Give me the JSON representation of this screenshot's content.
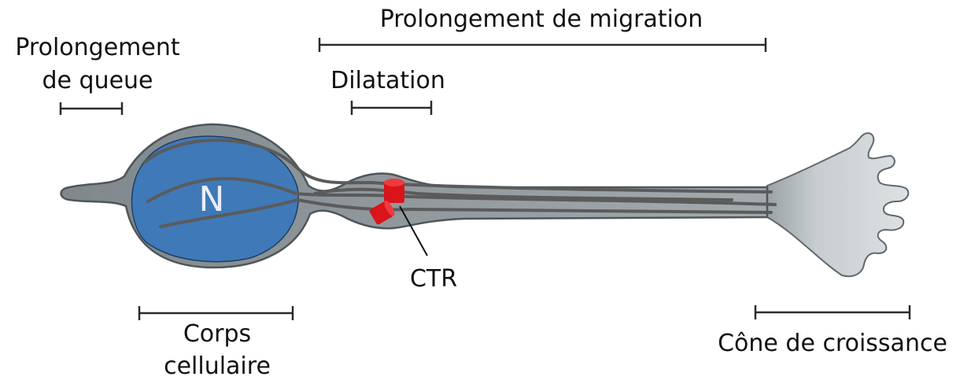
{
  "labels": {
    "tail_process": [
      "Prolongement",
      "de queue"
    ],
    "migration_process": "Prolongement de migration",
    "dilatation": "Dilatation",
    "cell_body": [
      "Corps",
      "cellulaire"
    ],
    "growth_cone": "Cône de croissance",
    "centrosome": "CTR",
    "nucleus": "N"
  },
  "colors": {
    "cell_outline": "#515b61",
    "cytoplasm": "#8e979b",
    "growth_cone": "#cdd3d6",
    "nucleus": "#3f79b8",
    "microtubule": "#5b5b5b",
    "centrosome": "#d9141b",
    "scale_bar": "#2b2b2b"
  }
}
